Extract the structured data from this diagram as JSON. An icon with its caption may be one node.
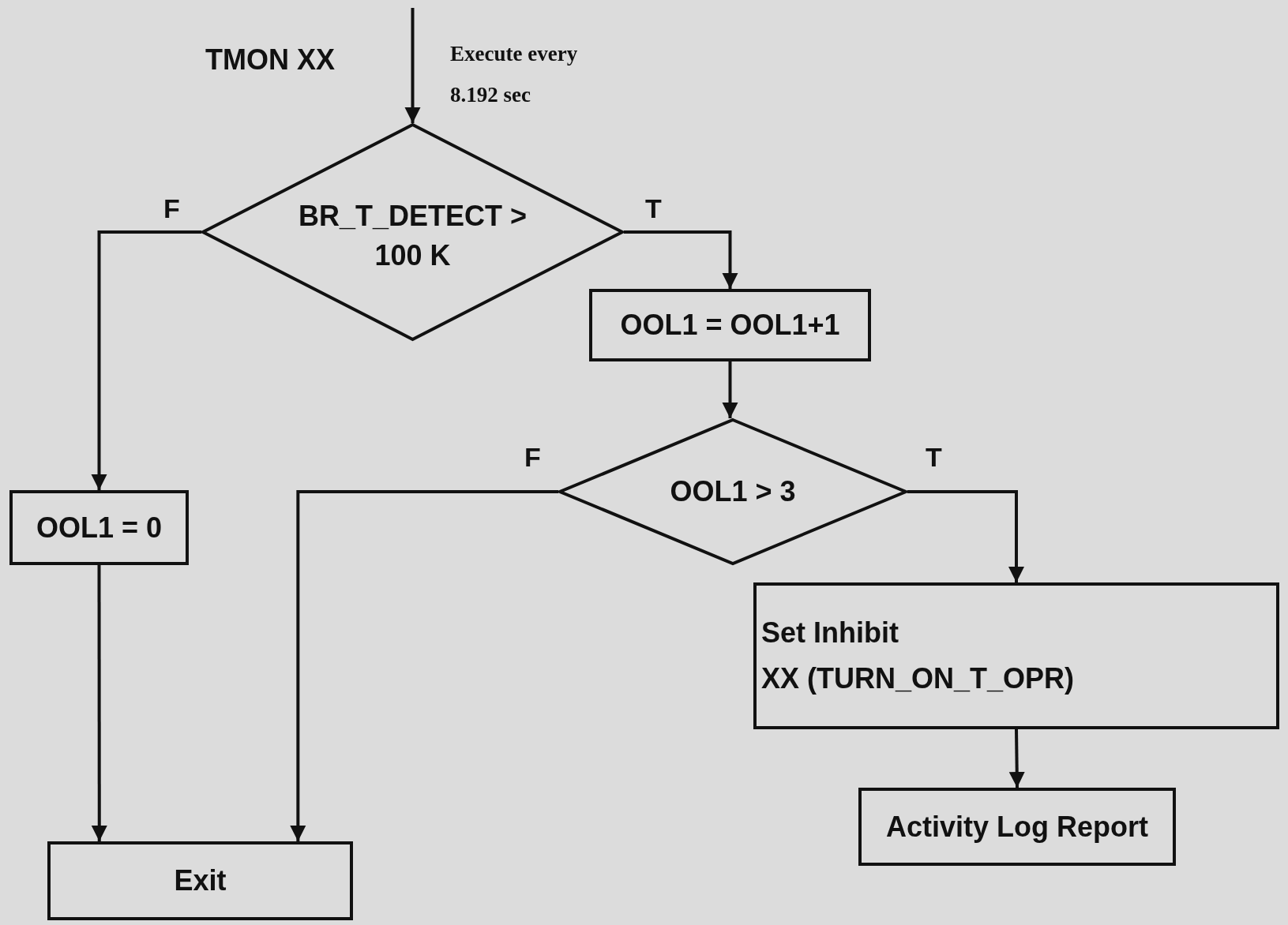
{
  "diagram": {
    "nodes": [
      {
        "text": [
          "BR_T_DETECT > 100 K"
        ]
      },
      {
        "text": [
          "OOL1 = OOL1+1"
        ]
      },
      {
        "text": [
          "OOL1 > 3"
        ]
      },
      {
        "text": [
          "OOL1 = 0"
        ]
      },
      {
        "text": [
          "Set Inhibit",
          "XX (TURN_ON_T_OPR)"
        ]
      },
      {
        "text": [
          "Activity Log Report"
        ]
      },
      {
        "text": [
          "Exit"
        ]
      }
    ],
    "edges": [
      {
        "from": null,
        "to": 0,
        "arrow": "to"
      },
      {
        "from": 0,
        "to": 1,
        "arrow": "to",
        "label": "T"
      },
      {
        "from": 0,
        "to": 3,
        "arrow": "to",
        "label": "F"
      },
      {
        "from": 1,
        "to": 2,
        "arrow": "to"
      },
      {
        "from": 2,
        "to": 4,
        "arrow": "to",
        "label": "T"
      },
      {
        "from": 2,
        "to": 6,
        "arrow": "to",
        "label": "F"
      },
      {
        "from": 3,
        "to": 6,
        "arrow": "to"
      },
      {
        "from": 4,
        "to": 5,
        "arrow": "to"
      }
    ],
    "labels": [
      "TMON XX",
      "Execute every 8.192 sec"
    ]
  }
}
